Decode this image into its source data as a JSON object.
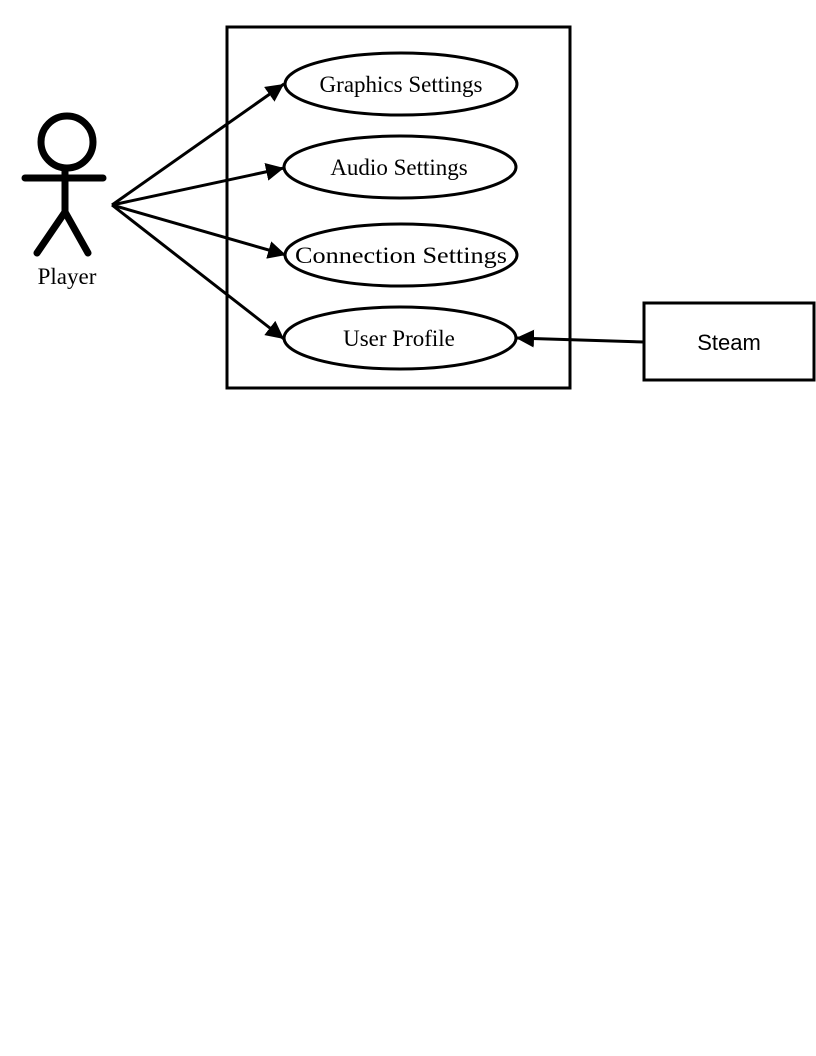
{
  "diagram": {
    "actor": {
      "label": "Player"
    },
    "use_cases": [
      {
        "label": "Graphics Settings"
      },
      {
        "label": "Audio Settings"
      },
      {
        "label": "Connection Settings"
      },
      {
        "label": "User Profile"
      }
    ],
    "external_system": {
      "label": "Steam"
    },
    "colors": {
      "stroke": "#000000",
      "background": "#ffffff"
    }
  }
}
